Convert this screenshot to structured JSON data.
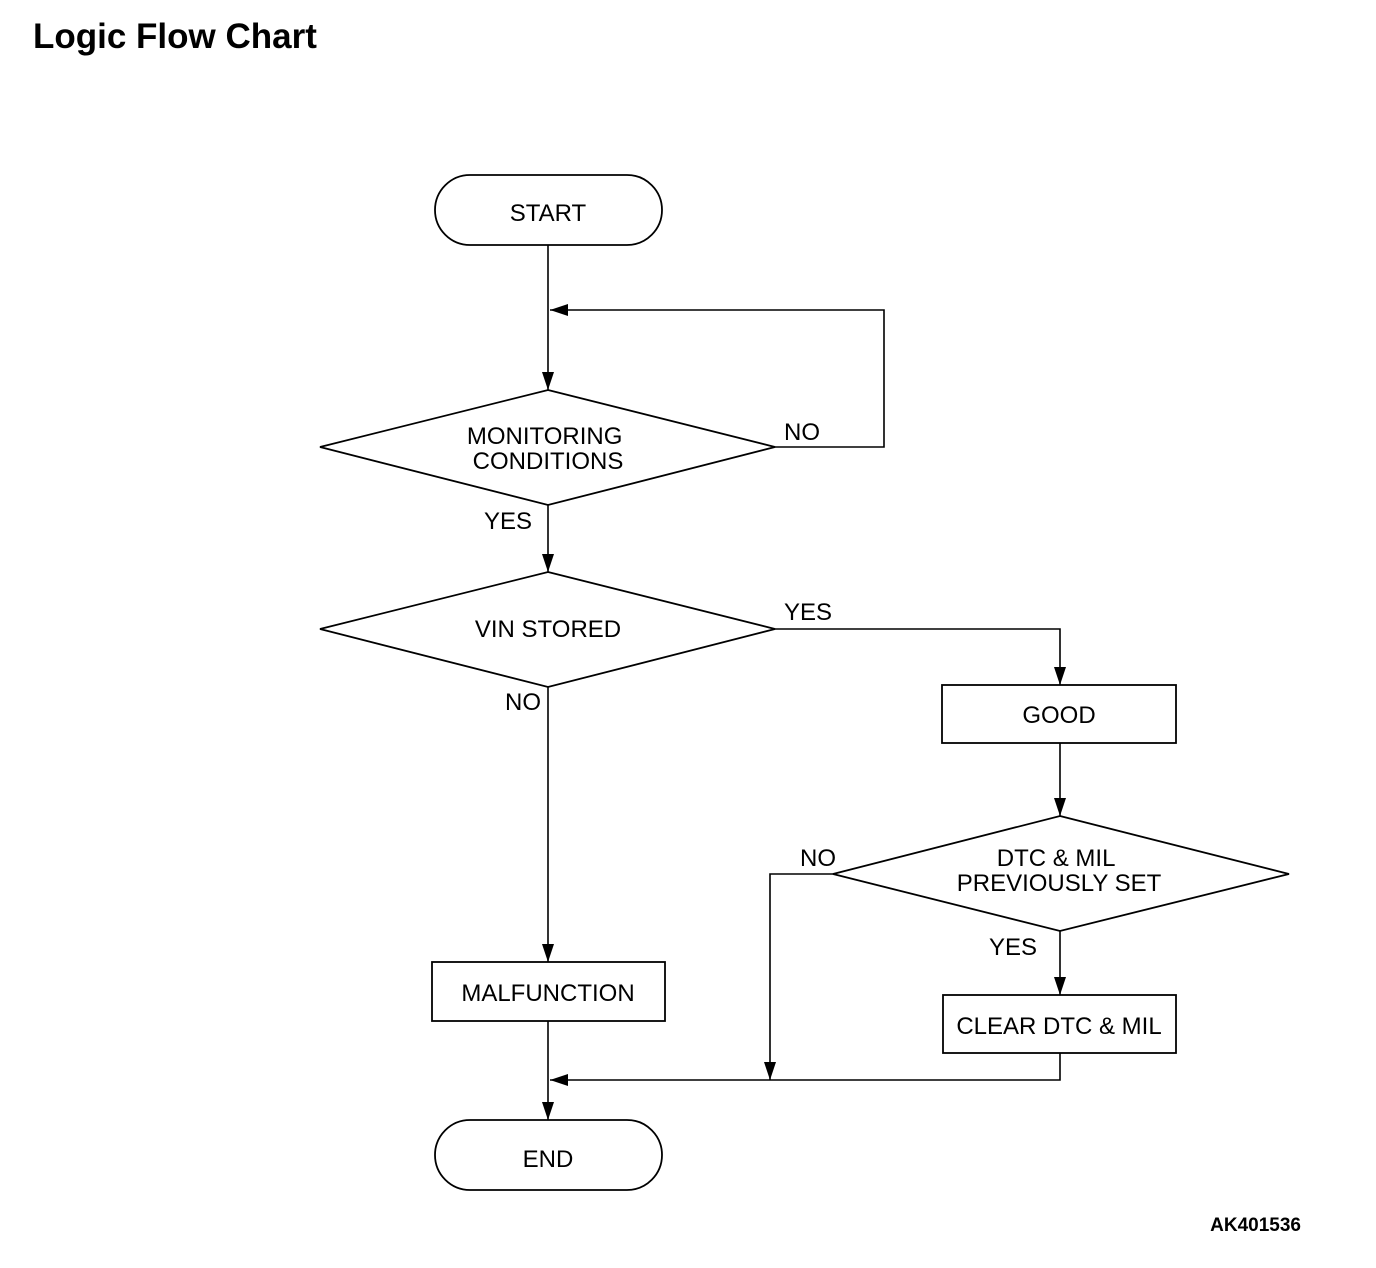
{
  "title": "Logic Flow Chart",
  "figure_id": "AK401536",
  "nodes": {
    "start": "START",
    "monitoring_conditions": [
      "MONITORING",
      "CONDITIONS"
    ],
    "vin_stored": "VIN STORED",
    "good": "GOOD",
    "dtc_mil_previously_set": [
      "DTC & MIL",
      "PREVIOUSLY SET"
    ],
    "clear_dtc_mil": "CLEAR DTC & MIL",
    "malfunction": "MALFUNCTION",
    "end": "END"
  },
  "edge_labels": {
    "monitoring_no": "NO",
    "monitoring_yes": "YES",
    "vin_yes": "YES",
    "vin_no": "NO",
    "dtc_no": "NO",
    "dtc_yes": "YES"
  },
  "colors": {
    "stroke": "#000000",
    "background": "#ffffff"
  }
}
